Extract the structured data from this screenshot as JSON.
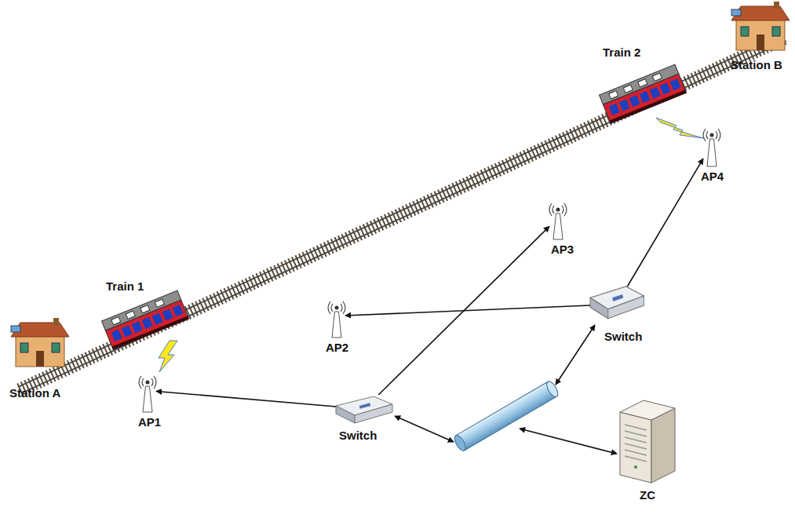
{
  "diagram": {
    "nodes": [
      {
        "text": [
          "Train 2"
        ]
      },
      {
        "text": [
          "Station B"
        ]
      },
      {
        "text": [
          "AP4"
        ]
      },
      {
        "text": [
          "AP3"
        ]
      },
      {
        "text": [
          "Train 1"
        ]
      },
      {
        "text": [
          "AP2"
        ]
      },
      {
        "text": [
          "Switch"
        ]
      },
      {
        "text": [
          "Station A"
        ]
      },
      {
        "text": [
          "AP1"
        ]
      },
      {
        "text": [
          "Switch"
        ]
      },
      {
        "text": [
          "ZC"
        ]
      }
    ],
    "edges": [
      {
        "from": 9,
        "to": 8,
        "arrow": "to"
      },
      {
        "from": 9,
        "to": 3,
        "arrow": "to"
      },
      {
        "from": 6,
        "to": 5,
        "arrow": "to"
      },
      {
        "from": 6,
        "to": 2,
        "arrow": "to"
      }
    ]
  }
}
